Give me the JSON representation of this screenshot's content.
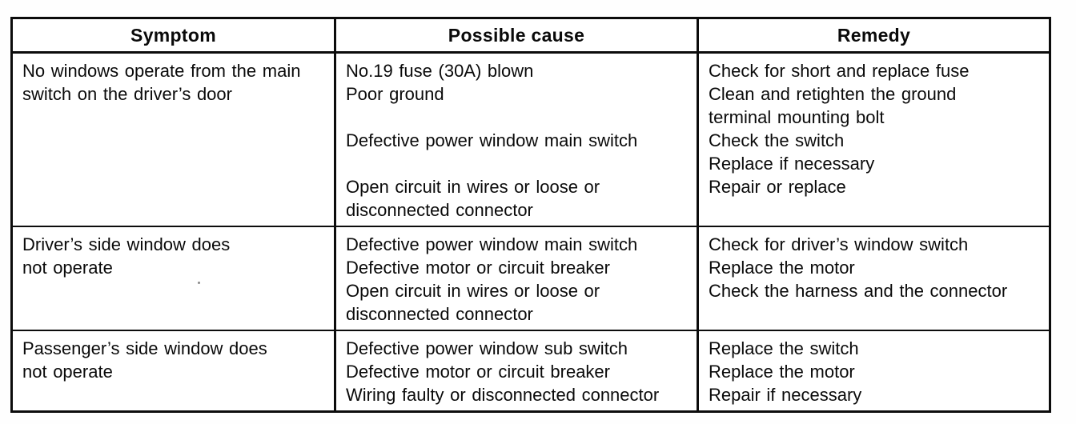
{
  "table": {
    "columns": [
      {
        "label": "Symptom"
      },
      {
        "label": "Possible cause"
      },
      {
        "label": "Remedy"
      }
    ],
    "rows": [
      {
        "symptom": [
          "No windows operate from the main",
          "switch on the driver’s door"
        ],
        "cause": [
          "No.19 fuse (30A) blown",
          "Poor ground",
          "",
          "Defective power window main switch",
          "",
          "Open circuit in wires or loose or",
          "disconnected connector"
        ],
        "remedy": [
          "Check for short and replace fuse",
          "Clean and retighten the ground",
          "terminal mounting bolt",
          "Check the switch",
          "Replace if necessary",
          "Repair or replace"
        ]
      },
      {
        "symptom": [
          "Driver’s side window does",
          "not operate"
        ],
        "cause": [
          "Defective power window main switch",
          "Defective motor or circuit breaker",
          "Open circuit in wires or loose or",
          "disconnected connector"
        ],
        "remedy": [
          "Check for driver’s window switch",
          "Replace the motor",
          "Check the harness and the connector"
        ]
      },
      {
        "symptom": [
          "Passenger’s side window does",
          "not operate"
        ],
        "cause": [
          "Defective power window sub switch",
          "Defective motor or circuit breaker",
          "Wiring faulty or disconnected connector"
        ],
        "remedy": [
          "Replace the switch",
          "Replace the motor",
          "Repair if necessary"
        ]
      }
    ]
  }
}
